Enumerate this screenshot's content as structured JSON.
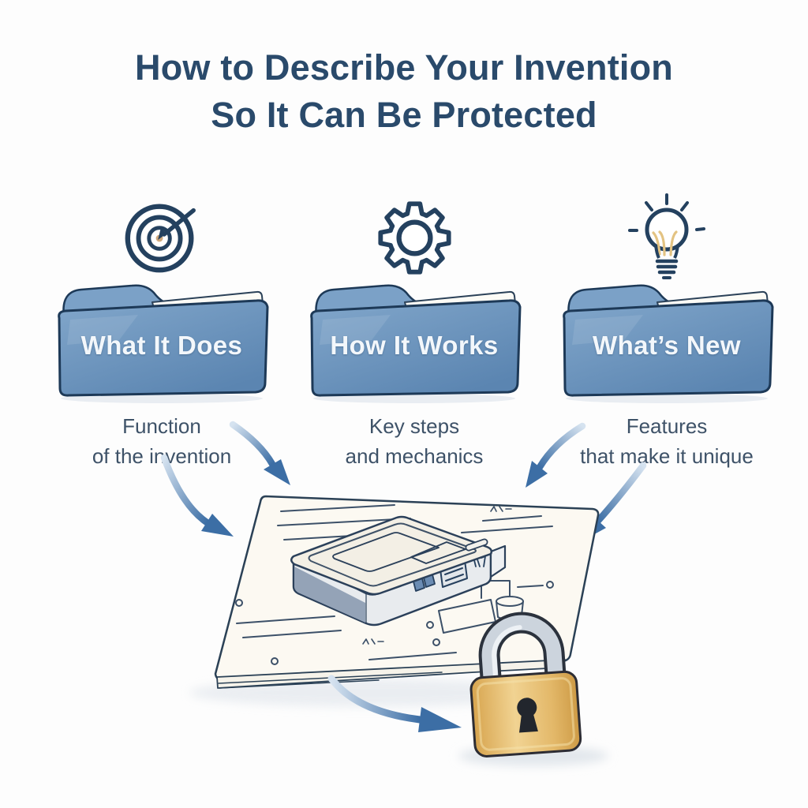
{
  "title": {
    "line1": "How to Describe Your Invention",
    "line2": "So It Can Be Protected"
  },
  "sections": [
    {
      "id": "what-it-does",
      "icon": "target-icon",
      "folder_label": "What It Does",
      "description": [
        "Function",
        "of the invention"
      ]
    },
    {
      "id": "how-it-works",
      "icon": "gear-icon",
      "folder_label": "How It Works",
      "description": [
        "Key steps",
        "and mechanics"
      ]
    },
    {
      "id": "whats-new",
      "icon": "lightbulb-icon",
      "folder_label": "What’s New",
      "description": [
        "Features",
        "that make it unique"
      ]
    }
  ],
  "illustration": {
    "center": "patent-document-sketch-with-invention-drawing",
    "lock": "padlock"
  },
  "colors": {
    "title_text": "#2a4a6b",
    "icon_stroke": "#24415f",
    "folder_fill": "#6b92bc",
    "folder_outline": "#1d3957",
    "folder_label_text": "#f3f7fb",
    "description_text": "#3e5268",
    "arrow_light": "#d6e3f0",
    "arrow_dark": "#3c6ea5",
    "paper_fill": "#fcf9f2",
    "lock_body_gold": "#e9c477",
    "lock_shackle_silver": "#ccd4dd",
    "keyhole": "#22262d",
    "bulb_filament": "#e3c382"
  }
}
